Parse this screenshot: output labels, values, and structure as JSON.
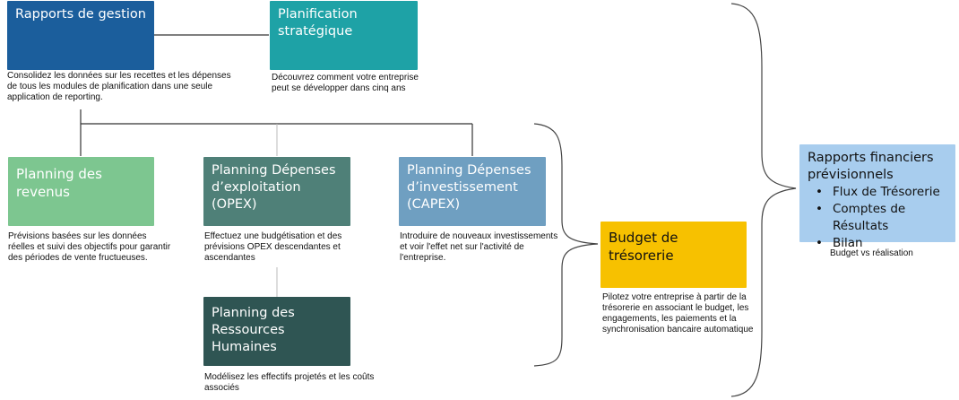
{
  "nodes": {
    "rapports_gestion": {
      "title": "Rapports de gestion",
      "description": "Consolidez les données sur les recettes et les dépenses de tous les modules de planification dans une seule application de reporting.",
      "color": "#1b5e9c"
    },
    "planification_strategique": {
      "title": "Planification stratégique",
      "description": "Découvrez comment votre entreprise peut se développer dans cinq ans",
      "color": "#1ea2a6"
    },
    "planning_revenus": {
      "title": "Planning des revenus",
      "description": "Prévisions basées sur les données réelles et suivi des objectifs pour garantir des périodes de vente fructueuses.",
      "color": "#7dc690"
    },
    "planning_opex": {
      "title": "Planning Dépenses d’exploitation (OPEX)",
      "description": "Effectuez une budgétisation et des prévisions OPEX descendantes et ascendantes",
      "color": "#4f8078"
    },
    "planning_capex": {
      "title": "Planning Dépenses d’investissement (CAPEX)",
      "description": "Introduire de nouveaux investissements et voir l'effet net sur l'activité de l'entreprise.",
      "color": "#6f9fc1"
    },
    "planning_rh": {
      "title": "Planning des Ressources Humaines",
      "description": "Modélisez les effectifs projetés et les coûts associés",
      "color": "#2f5553"
    },
    "budget_tresorerie": {
      "title": "Budget de trésorerie",
      "description": "Pilotez votre entreprise à partir de la trésorerie en associant le budget, les engagements, les paiements et la synchronisation bancaire automatique",
      "color": "#f7c100",
      "text_color": "#111111"
    },
    "rapports_financiers": {
      "title": "Rapports financiers prévisionnels",
      "items": [
        "Flux de Trésorerie",
        "Comptes de Résultats",
        "Bilan"
      ],
      "footer": "Budget vs réalisation",
      "color": "#a8cdee",
      "text_color": "#111111"
    }
  },
  "connector_color": "#333333",
  "brace_color": "#444444"
}
